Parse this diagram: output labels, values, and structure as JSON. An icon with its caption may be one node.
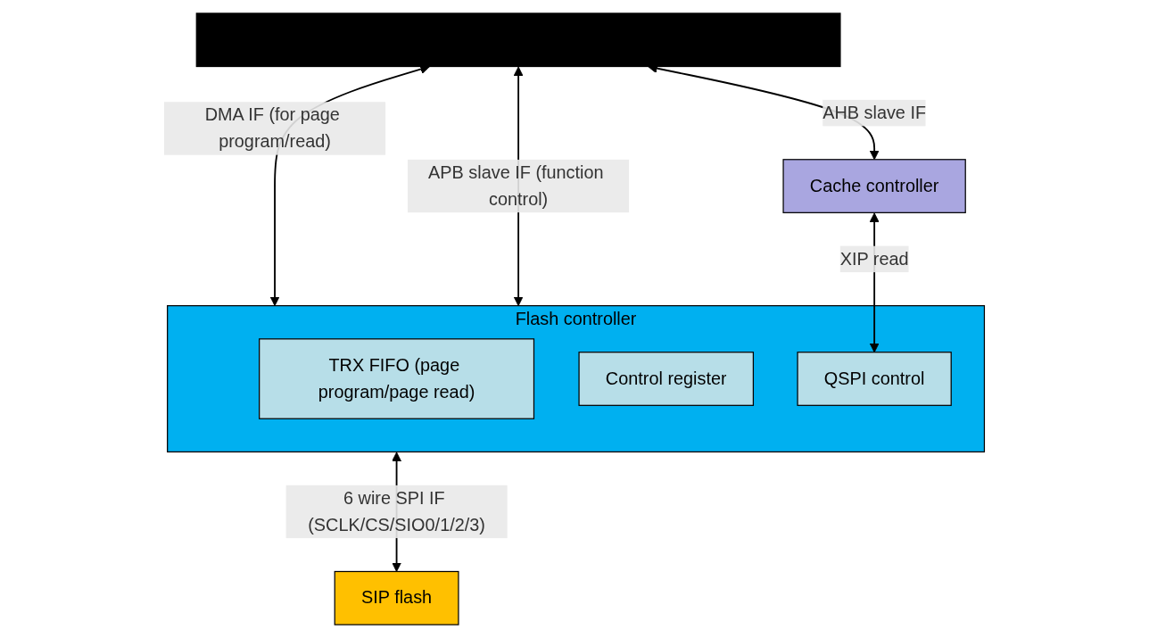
{
  "diagram": {
    "nodes": [
      {
        "text": [],
        "shape": "bar"
      },
      {
        "text": [
          "Cache controller"
        ]
      },
      {
        "text": [
          "Flash controller"
        ]
      },
      {
        "text": [
          "TRX FIFO (page program/page read)"
        ],
        "in": 2
      },
      {
        "text": [
          "Control register"
        ],
        "in": 2
      },
      {
        "text": [
          "QSPI control"
        ],
        "in": 2
      },
      {
        "text": [
          "SIP flash"
        ]
      }
    ],
    "edges": [
      {
        "from": 0,
        "to": 1,
        "arrow": "both",
        "label": "AHB slave IF"
      },
      {
        "from": 0,
        "to": 2,
        "arrow": "both",
        "label": "DMA IF (for page program/read)"
      },
      {
        "from": 0,
        "to": 2,
        "arrow": "both",
        "label": "APB slave IF (function control)"
      },
      {
        "from": 1,
        "to": 5,
        "arrow": "both",
        "label": "XIP read"
      },
      {
        "from": 2,
        "to": 6,
        "arrow": "both",
        "label": "6 wire SPI IF (SCLK/CS/SIO0/1/2/3)"
      }
    ]
  }
}
